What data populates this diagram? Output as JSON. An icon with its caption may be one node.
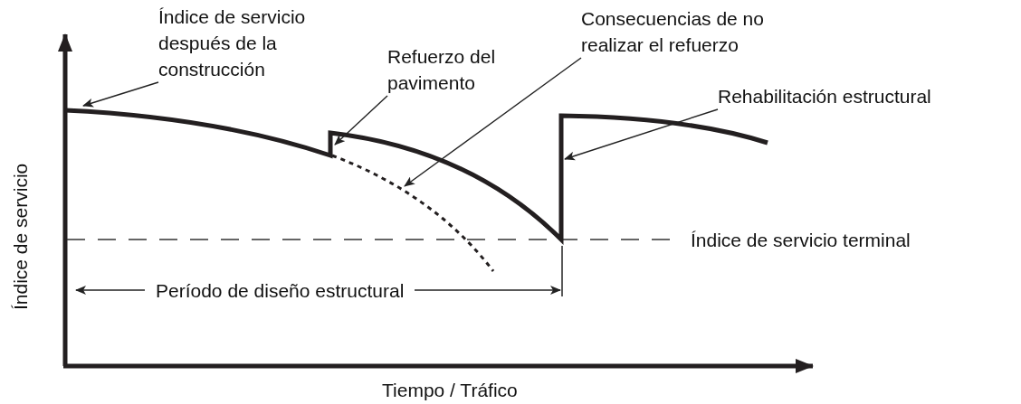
{
  "diagram": {
    "nodes": [
      {
        "text": [
          "Índice de servicio después de la construcción"
        ]
      },
      {
        "text": [
          "Refuerzo del pavimento"
        ]
      },
      {
        "text": [
          "Consecuencias de no realizar el refuerzo"
        ]
      },
      {
        "text": [
          "Rehabilitación estructural"
        ]
      }
    ],
    "edges": [
      {
        "from": 0,
        "to": null,
        "arrow": "to"
      },
      {
        "from": 1,
        "to": null,
        "arrow": "to"
      },
      {
        "from": 2,
        "to": null,
        "arrow": "to"
      },
      {
        "from": 3,
        "to": null,
        "arrow": "to"
      }
    ],
    "labels": [
      "Índice de servicio terminal",
      "Período de diseño estructural",
      "Índice de servicio",
      "Tiempo / Tráfico"
    ]
  }
}
